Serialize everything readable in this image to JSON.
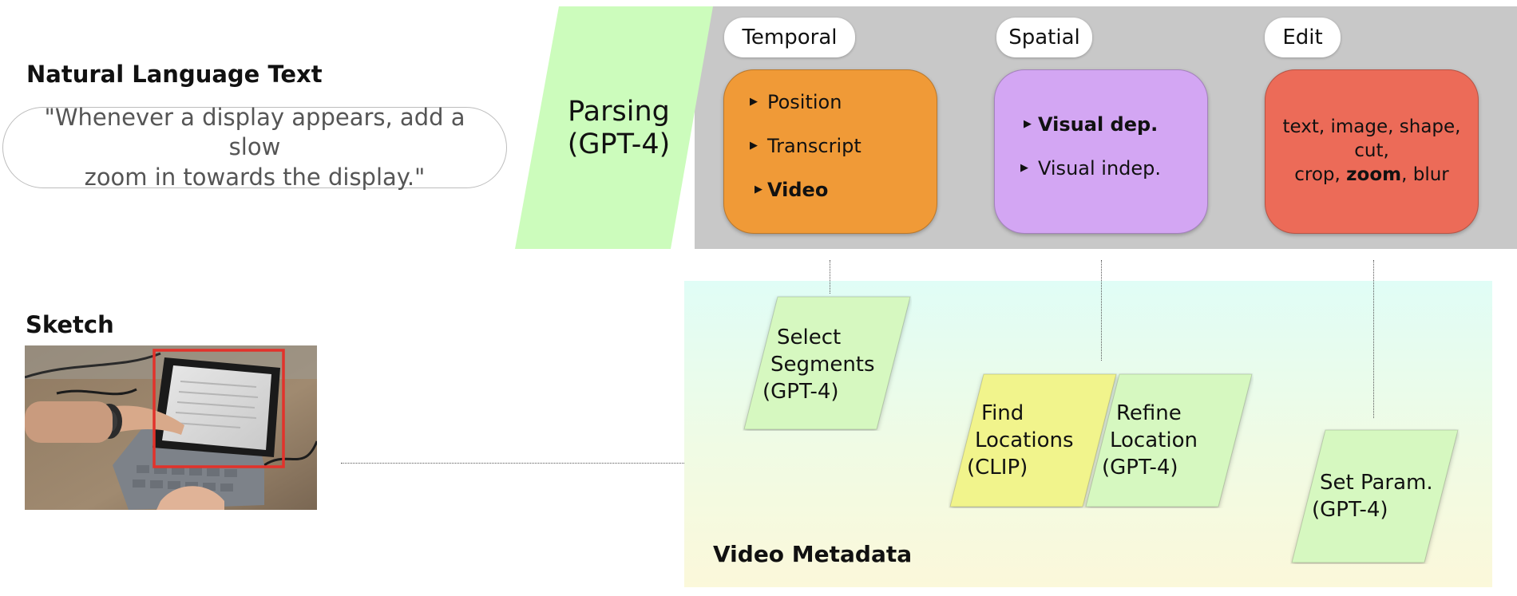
{
  "nl": {
    "heading": "Natural Language Text",
    "quote_line1": "\"Whenever a display appears, add a slow",
    "quote_line2": "zoom in towards the display.\""
  },
  "sketch": {
    "heading": "Sketch",
    "thumbnail_alt": "tablet-sketch-thumbnail"
  },
  "parsing": {
    "line1": "Parsing",
    "line2": "(GPT-4)"
  },
  "tags": {
    "temporal": "Temporal",
    "spatial": "Spatial",
    "edit": "Edit"
  },
  "temporal_card": {
    "items": [
      "Position",
      "Transcript",
      "Video"
    ],
    "bold_item": "Video"
  },
  "spatial_card": {
    "items": [
      "Visual dep.",
      "Visual indep."
    ],
    "bold_item": "Visual dep."
  },
  "edit_card": {
    "line1": "text, image, shape, cut,",
    "line2_pre": "crop, ",
    "line2_bold": "zoom",
    "line2_post": ", blur"
  },
  "metadata": {
    "label": "Video Metadata"
  },
  "steps": {
    "select": {
      "lines": [
        "Select",
        "Segments",
        "(GPT-4)"
      ]
    },
    "find": {
      "lines": [
        "Find",
        "Locations",
        "(CLIP)"
      ]
    },
    "refine": {
      "lines": [
        "Refine",
        "Location",
        "(GPT-4)"
      ]
    },
    "setparam": {
      "lines": [
        "Set Param.",
        "(GPT-4)"
      ]
    }
  },
  "colors": {
    "parsing_green": "#ccfcbc",
    "temporal_orange": "#f09a37",
    "spatial_purple": "#d3a6f3",
    "edit_red": "#ec6b58",
    "step_green": "#d6f8c0",
    "clip_yellow": "#f1f48c",
    "gray_panel": "#c8c8c8",
    "sketch_box_red": "#e2322b"
  }
}
